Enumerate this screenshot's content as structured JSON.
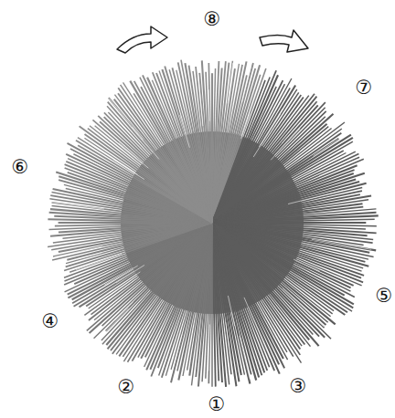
{
  "diagram": {
    "labels": [
      "①",
      "②",
      "③",
      "④",
      "⑤",
      "⑥",
      "⑦",
      "⑧"
    ]
  }
}
